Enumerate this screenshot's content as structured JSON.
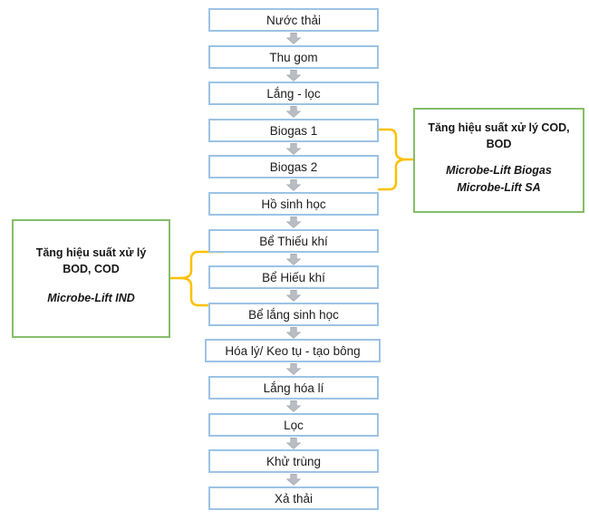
{
  "flow": {
    "steps": [
      "Nước thải",
      "Thu gom",
      "Lắng - lọc",
      "Biogas 1",
      "Biogas 2",
      "Hồ sinh học",
      "Bể Thiếu khí",
      "Bể Hiếu khí",
      "Bể lắng sinh học",
      "Hóa lý/ Keo tụ - tạo bông",
      "Lắng hóa lí",
      "Lọc",
      "Khử trùng",
      "Xả thải"
    ]
  },
  "annotations": {
    "right": {
      "heading": "Tăng hiệu suất xử lý COD, BOD",
      "products": [
        "Microbe-Lift Biogas",
        "Microbe-Lift SA"
      ]
    },
    "left": {
      "heading": "Tăng hiệu suất xử lý BOD, COD",
      "products": [
        "Microbe-Lift IND"
      ]
    }
  },
  "colors": {
    "step_border": "#9CC3E5",
    "annotation_border": "#86BE68",
    "connector": "#FFC000",
    "arrow_fill": "#B9BDC3",
    "text": "#1C1C1C"
  },
  "icons": {
    "between_steps": "block-down-arrow",
    "left_connector": "curly-brace-left",
    "right_connector": "curly-brace-right"
  }
}
